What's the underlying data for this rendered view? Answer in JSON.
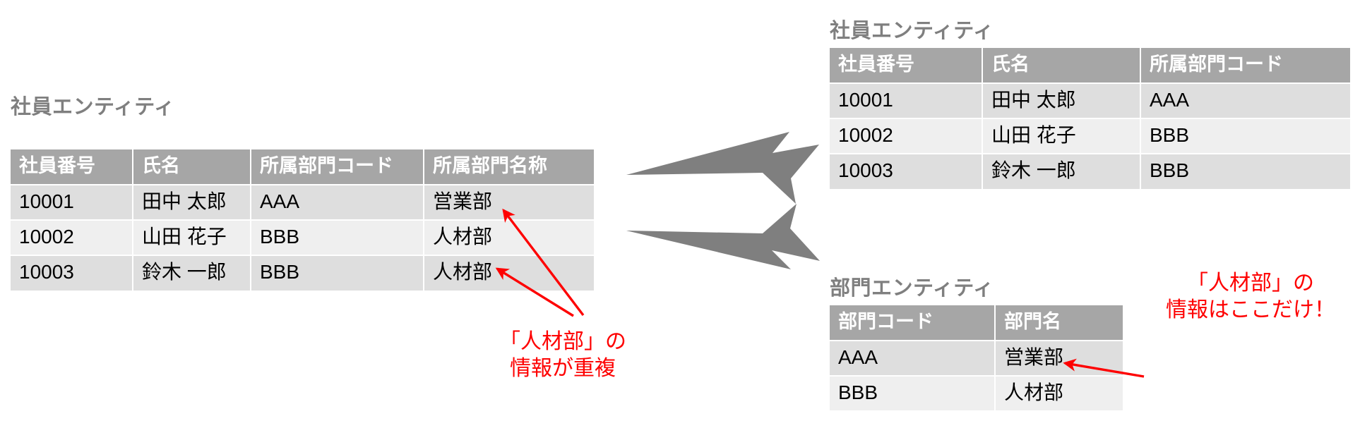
{
  "colors": {
    "header_bg": "#a6a6a6",
    "row_odd_bg": "#dedede",
    "row_even_bg": "#efefef",
    "title_gray": "#7f7f7f",
    "annotation_red": "#fe0000",
    "arrow_gray": "#7f7f7f"
  },
  "before_table": {
    "title": "社員エンティティ",
    "columns": [
      "社員番号",
      "氏名",
      "所属部門コード",
      "所属部門名称"
    ],
    "rows": [
      [
        "10001",
        "田中 太郎",
        "AAA",
        "営業部"
      ],
      [
        "10002",
        "山田 花子",
        "BBB",
        "人材部"
      ],
      [
        "10003",
        "鈴木 一郎",
        "BBB",
        "人材部"
      ]
    ]
  },
  "employee_table": {
    "title": "社員エンティティ",
    "columns": [
      "社員番号",
      "氏名",
      "所属部門コード"
    ],
    "rows": [
      [
        "10001",
        "田中 太郎",
        "AAA"
      ],
      [
        "10002",
        "山田 花子",
        "BBB"
      ],
      [
        "10003",
        "鈴木 一郎",
        "BBB"
      ]
    ]
  },
  "department_table": {
    "title": "部門エンティティ",
    "columns": [
      "部門コード",
      "部門名"
    ],
    "rows": [
      [
        "AAA",
        "営業部"
      ],
      [
        "BBB",
        "人材部"
      ]
    ]
  },
  "annotations": {
    "duplicate_note_line1": "「人材部」の",
    "duplicate_note_line2": "情報が重複",
    "single_note_line1": "「人材部」の",
    "single_note_line2": "情報はここだけ！"
  },
  "icons": {
    "split_arrow_upper": "thick-arrow-up-right-icon",
    "split_arrow_lower": "thick-arrow-down-right-icon",
    "callout_arrow_dup_top": "red-arrow-icon",
    "callout_arrow_dup_bottom": "red-arrow-icon",
    "callout_arrow_single": "red-arrow-icon"
  }
}
